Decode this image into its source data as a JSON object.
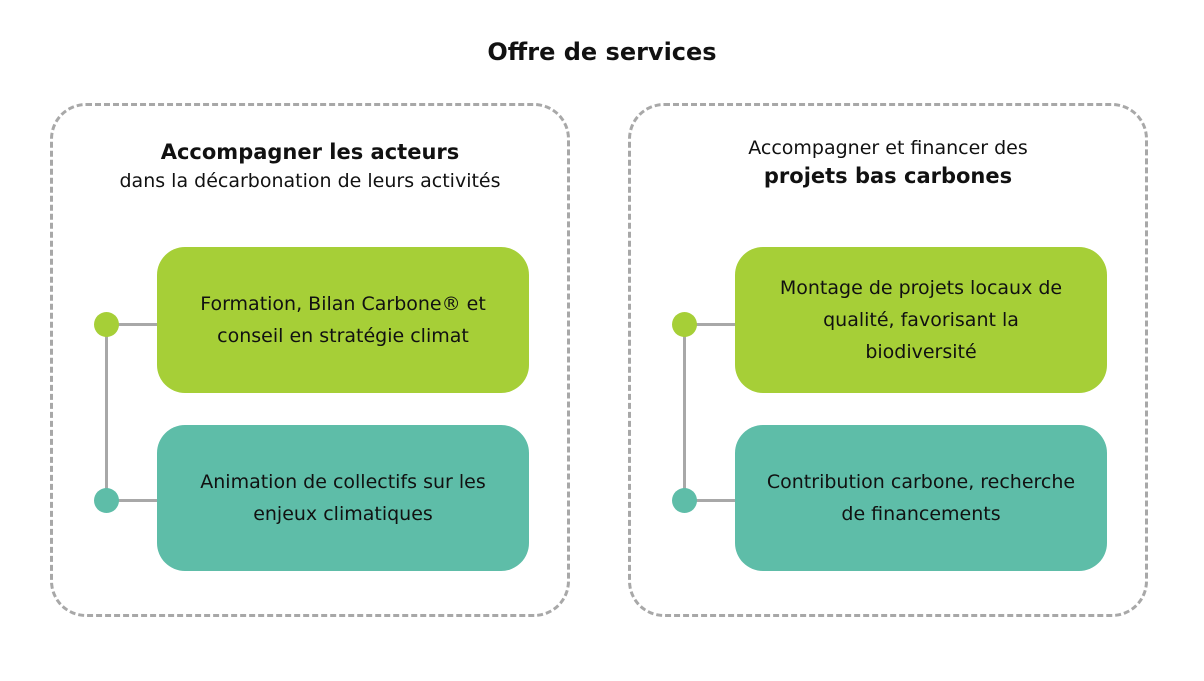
{
  "title": "Offre de services",
  "colors": {
    "green": "#a6cf37",
    "teal": "#5ebda8",
    "connector": "#a8a8a8"
  },
  "left": {
    "heading_bold": "Accompagner les acteurs",
    "heading_regular": "dans la décarbonation de leurs activités",
    "items": [
      {
        "text": "Formation, Bilan Carbone® et conseil en stratégie climat"
      },
      {
        "text": "Animation de collectifs sur les enjeux climatiques"
      }
    ]
  },
  "right": {
    "heading_regular": "Accompagner et financer des",
    "heading_bold": "projets bas carbones",
    "items": [
      {
        "text": "Montage de projets locaux de qualité, favorisant la biodiversité"
      },
      {
        "text": "Contribution carbone, recherche de financements"
      }
    ]
  }
}
